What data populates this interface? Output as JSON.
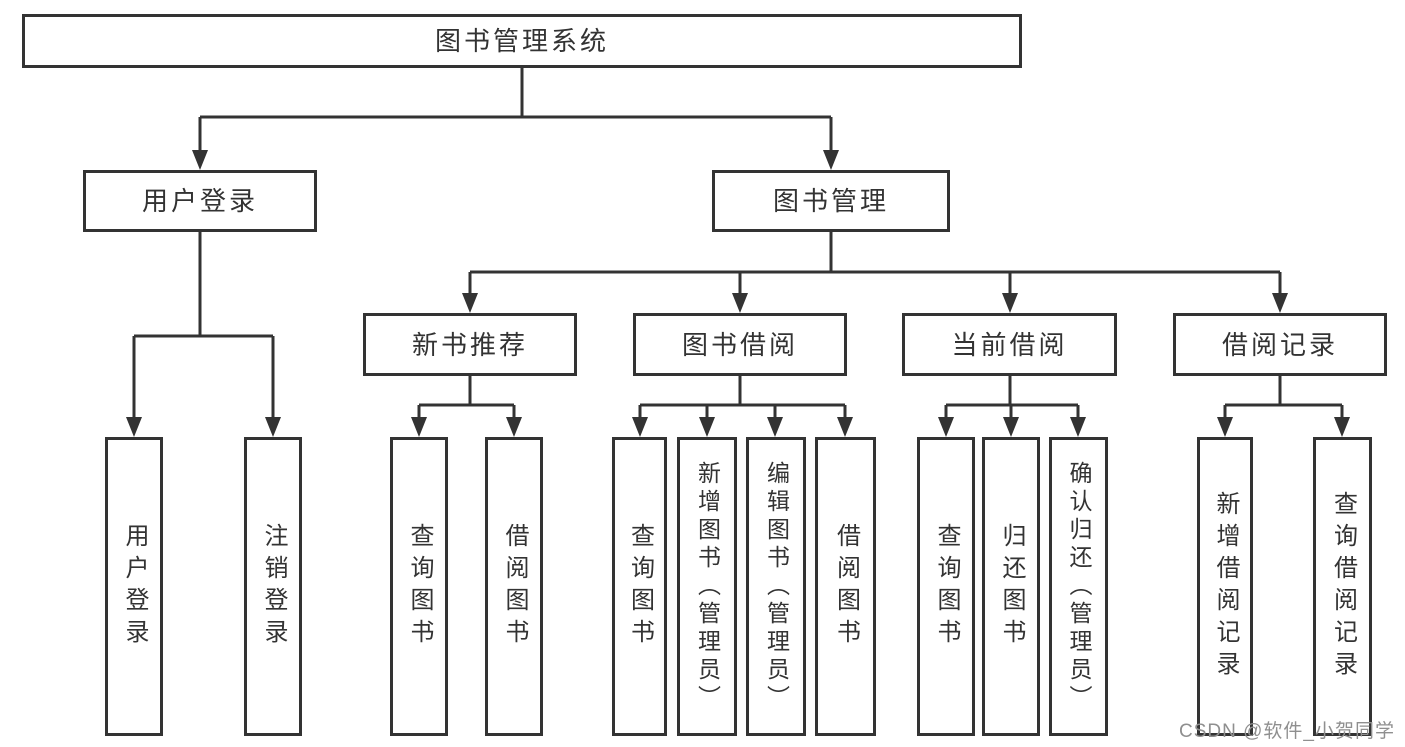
{
  "tree": {
    "label": "图书管理系统",
    "children": [
      {
        "label": "用户登录",
        "children": [
          {
            "label": "用户登录"
          },
          {
            "label": "注销登录"
          }
        ]
      },
      {
        "label": "图书管理",
        "children": [
          {
            "label": "新书推荐",
            "children": [
              {
                "label": "查询图书"
              },
              {
                "label": "借阅图书"
              }
            ]
          },
          {
            "label": "图书借阅",
            "children": [
              {
                "label": "查询图书"
              },
              {
                "label": "新增图书（管理员）"
              },
              {
                "label": "编辑图书（管理员）"
              },
              {
                "label": "借阅图书"
              }
            ]
          },
          {
            "label": "当前借阅",
            "children": [
              {
                "label": "查询图书"
              },
              {
                "label": "归还图书"
              },
              {
                "label": "确认归还（管理员）"
              }
            ]
          },
          {
            "label": "借阅记录",
            "children": [
              {
                "label": "新增借阅记录"
              },
              {
                "label": "查询借阅记录"
              }
            ]
          }
        ]
      }
    ]
  },
  "watermark": {
    "text": "CSDN @软件_小贺同学"
  },
  "colors": {
    "line": "#333333",
    "text": "#333333",
    "box_background": "#ffffff",
    "watermark": "#8f8f8f",
    "background": "#ffffff"
  }
}
